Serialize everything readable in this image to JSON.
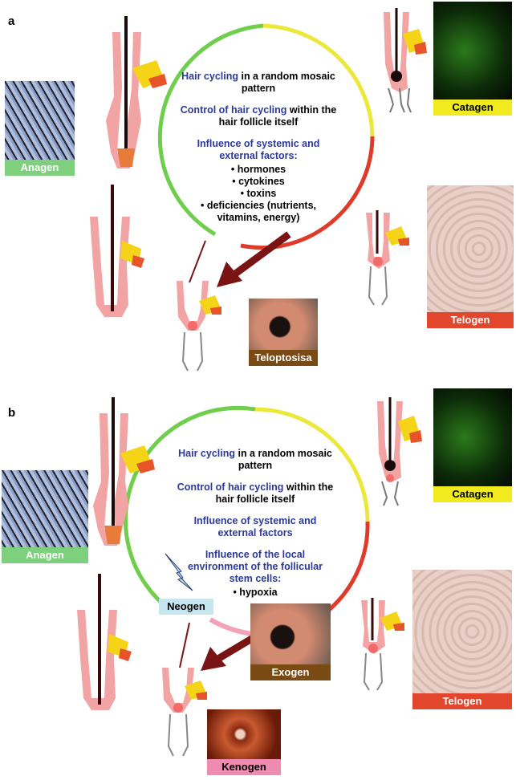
{
  "panel_a": {
    "letter": "a",
    "center": {
      "p1_blue": "Hair cycling",
      "p1_rest": " in a random mosaic pattern",
      "p2_blue": "Control of hair cycling",
      "p2_rest": " within the hair follicle itself",
      "p3_blue": "Influence of systemic and external factors:",
      "bullets": [
        "• hormones",
        "• cytokines",
        "• toxins",
        "• deficiencies (nutrients, vitamins, energy)"
      ]
    },
    "labels": {
      "anagen": "Anagen",
      "catagen": "Catagen",
      "telogen": "Telogen",
      "teloptosis": "Teloptosisa"
    }
  },
  "panel_b": {
    "letter": "b",
    "center": {
      "p1_blue": "Hair cycling",
      "p1_rest": " in a random mosaic pattern",
      "p2_blue": "Control of hair cycling",
      "p2_rest": " within the hair follicle itself",
      "p3_blue": "Influence of systemic and external factors",
      "p4_blue": "Influence of the local environment of the follicular stem cells:",
      "bullets": [
        "• hypoxia"
      ]
    },
    "labels": {
      "anagen": "Anagen",
      "catagen": "Catagen",
      "telogen": "Telogen",
      "neogen": "Neogen",
      "exogen": "Exogen",
      "kenogen": "Kenogen"
    }
  },
  "colors": {
    "anagen": "#7ed07e",
    "catagen": "#f0ea1e",
    "telogen": "#e2472e",
    "teloptosis": "#7a4a14",
    "neogen": "#c5e6ee",
    "exogen": "#7a4a14",
    "kenogen": "#ef8bb0",
    "arrow": "#7a1414",
    "follicle": "#f2a3a3",
    "blue_text": "#2b3a9a"
  }
}
